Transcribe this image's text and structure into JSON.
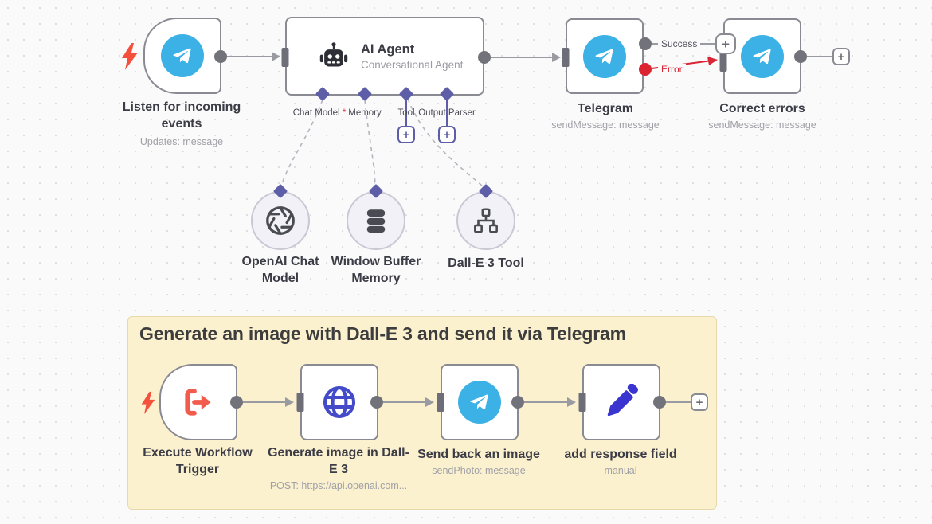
{
  "colors": {
    "accent_purple": "#5e5ea8",
    "telegram_blue": "#3cb1e6",
    "error_red": "#dc2330",
    "trigger_orange": "#f25c4d",
    "globe_indigo": "#434bc8",
    "pencil_blue": "#3a35d1",
    "sticky_yellow": "#fbf1cf"
  },
  "workflow": {
    "labels": {
      "success": "Success",
      "error": "Error",
      "plus": "+",
      "required_marker": "*"
    },
    "nodes": {
      "trigger": {
        "label": "Listen for incoming events",
        "subtitle": "Updates: message"
      },
      "ai_agent": {
        "title": "AI Agent",
        "subtitle": "Conversational Agent",
        "ports": [
          {
            "label": "Chat Model",
            "required": true
          },
          {
            "label": "Memory",
            "required": false
          },
          {
            "label": "Tool",
            "required": false
          },
          {
            "label": "Output Parser",
            "required": false
          }
        ]
      },
      "telegram": {
        "label": "Telegram",
        "subtitle": "sendMessage: message"
      },
      "correct_errors": {
        "label": "Correct errors",
        "subtitle": "sendMessage: message"
      },
      "openai_chat_model": {
        "label": "OpenAI Chat Model"
      },
      "window_buffer_memory": {
        "label": "Window Buffer Memory"
      },
      "dalle3_tool": {
        "label": "Dall-E 3 Tool"
      }
    },
    "sticky": {
      "title": "Generate an image with Dall-E 3 and send it via Telegram",
      "nodes": {
        "execute_workflow_trigger": {
          "label": "Execute Workflow Trigger"
        },
        "generate_image": {
          "label": "Generate image in Dall-E 3",
          "subtitle": "POST: https://api.openai.com..."
        },
        "send_back_image": {
          "label": "Send back an image",
          "subtitle": "sendPhoto: message"
        },
        "add_response_field": {
          "label": "add response field",
          "subtitle": "manual"
        }
      }
    }
  }
}
